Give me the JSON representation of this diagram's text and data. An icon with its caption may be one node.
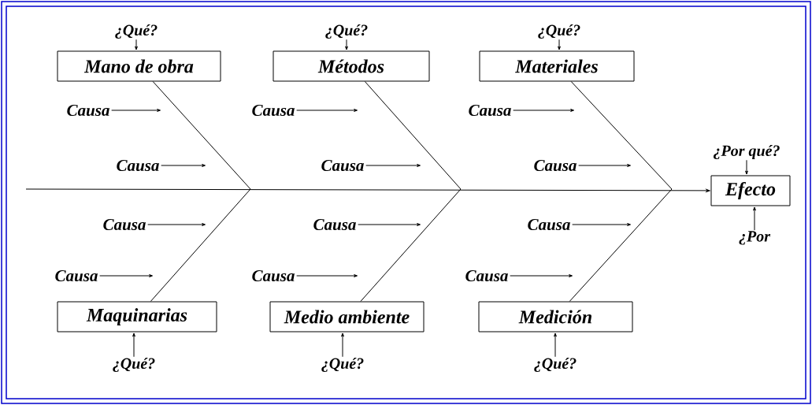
{
  "diagram": {
    "nodes": [
      {
        "text": [
          "¿Qué?"
        ]
      },
      {
        "text": [
          "¿Qué?"
        ]
      },
      {
        "text": [
          "¿Qué?"
        ]
      },
      {
        "text": [
          "Mano de obra"
        ]
      },
      {
        "text": [
          "Métodos"
        ]
      },
      {
        "text": [
          "Materiales"
        ]
      },
      {
        "text": [
          "Causa"
        ]
      },
      {
        "text": [
          "Causa"
        ]
      },
      {
        "text": [
          "Causa"
        ]
      },
      {
        "text": [
          "¿Por qué?"
        ]
      },
      {
        "text": [
          "Causa"
        ]
      },
      {
        "text": [
          "Causa"
        ]
      },
      {
        "text": [
          "Causa"
        ]
      },
      {
        "text": [
          "Efecto"
        ]
      },
      {
        "text": [
          "Causa"
        ]
      },
      {
        "text": [
          "Causa"
        ]
      },
      {
        "text": [
          "Causa"
        ]
      },
      {
        "text": [
          "¿Por"
        ]
      },
      {
        "text": [
          "Causa"
        ]
      },
      {
        "text": [
          "Causa"
        ]
      },
      {
        "text": [
          "Causa"
        ]
      },
      {
        "text": [
          "Maquinarias"
        ]
      },
      {
        "text": [
          "Medio ambiente"
        ]
      },
      {
        "text": [
          "Medición"
        ]
      },
      {
        "text": [
          "¿Qué?"
        ]
      },
      {
        "text": [
          "¿Qué?"
        ]
      },
      {
        "text": [
          "¿Qué?"
        ]
      }
    ],
    "edges": [
      {
        "from": 0,
        "to": 3,
        "arrow": "to"
      },
      {
        "from": 1,
        "to": 4,
        "arrow": "to"
      },
      {
        "from": 2,
        "to": 5,
        "arrow": "to"
      },
      {
        "from": 24,
        "to": 21,
        "arrow": "to"
      },
      {
        "from": 25,
        "to": 22,
        "arrow": "to"
      },
      {
        "from": 26,
        "to": 23,
        "arrow": "to"
      },
      {
        "from": 9,
        "to": 13,
        "arrow": "to"
      },
      {
        "from": 17,
        "to": 13,
        "arrow": "to"
      },
      {
        "from": 6,
        "to": null,
        "arrow": "to"
      },
      {
        "from": 7,
        "to": null,
        "arrow": "to"
      },
      {
        "from": 8,
        "to": null,
        "arrow": "to"
      },
      {
        "from": 10,
        "to": null,
        "arrow": "to"
      },
      {
        "from": 11,
        "to": null,
        "arrow": "to"
      },
      {
        "from": 12,
        "to": null,
        "arrow": "to"
      },
      {
        "from": 14,
        "to": null,
        "arrow": "to"
      },
      {
        "from": 15,
        "to": null,
        "arrow": "to"
      },
      {
        "from": 16,
        "to": null,
        "arrow": "to"
      },
      {
        "from": 18,
        "to": null,
        "arrow": "to"
      },
      {
        "from": 19,
        "to": null,
        "arrow": "to"
      },
      {
        "from": 20,
        "to": null,
        "arrow": "to"
      },
      {
        "from": 3,
        "to": null,
        "arrow": "none"
      },
      {
        "from": 4,
        "to": null,
        "arrow": "none"
      },
      {
        "from": 5,
        "to": null,
        "arrow": "none"
      },
      {
        "from": 21,
        "to": null,
        "arrow": "none"
      },
      {
        "from": 22,
        "to": null,
        "arrow": "none"
      },
      {
        "from": 23,
        "to": null,
        "arrow": "none"
      },
      {
        "from": null,
        "to": 13,
        "arrow": "to"
      }
    ]
  }
}
